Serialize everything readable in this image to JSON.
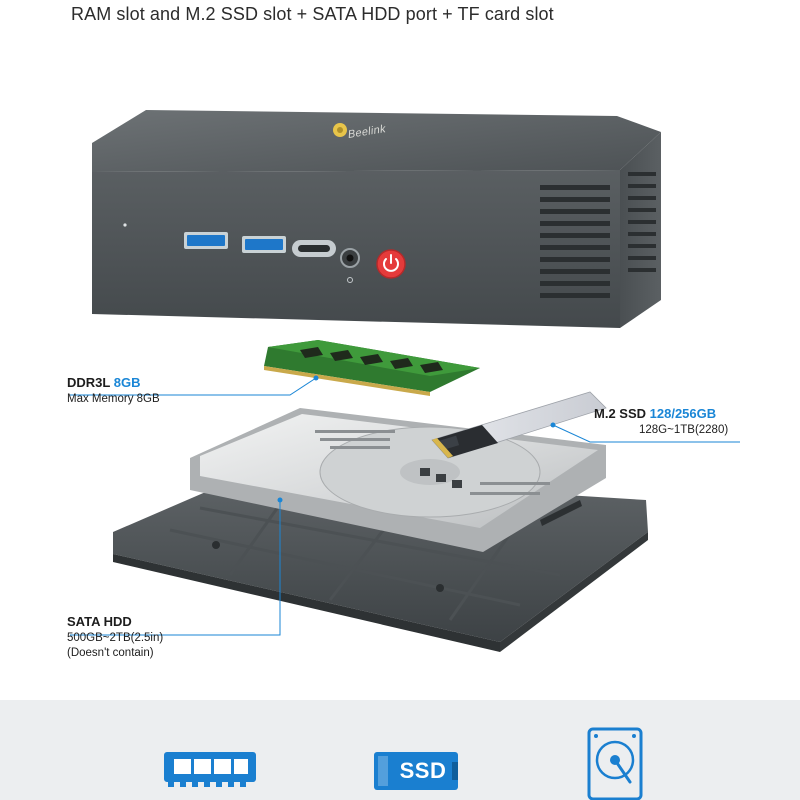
{
  "heading": "RAM slot and M.2 SSD slot + SATA HDD port + TF card slot",
  "device": {
    "brand": "Beelink",
    "power_button_color": "#e53b3b",
    "body_color": "#555a5d"
  },
  "callouts": {
    "ram": {
      "title": "DDR3L",
      "highlight": "8GB",
      "subtitle": "Max Memory 8GB"
    },
    "ssd": {
      "title": "M.2 SSD",
      "highlight": "128/256GB",
      "subtitle": "128G~1TB(2280)"
    },
    "hdd": {
      "title": "SATA HDD",
      "line1": "500GB~2TB(2.5in)",
      "line2": "(Doesn't contain)"
    }
  },
  "features": {
    "ram_icon": "memory-module-icon",
    "ssd_icon": "ssd-icon",
    "ssd_label": "SSD",
    "hdd_icon": "hard-drive-icon"
  },
  "colors": {
    "accent": "#1a86d6",
    "icon_blue": "#1a7fd0",
    "band": "#eceef0"
  }
}
